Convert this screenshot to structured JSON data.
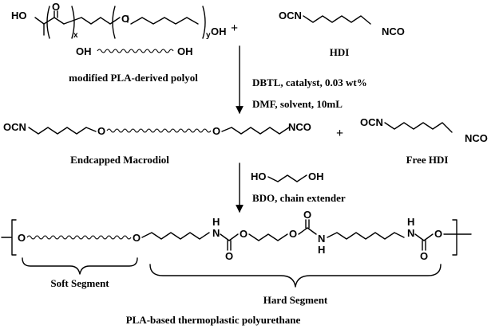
{
  "reactants": {
    "polyol": {
      "formula_atoms": {
        "ho": "HO",
        "o1": "O",
        "o2": "O",
        "x": "x",
        "y": "y",
        "oh": "OH"
      },
      "simplified_atoms": {
        "oh_left": "OH",
        "oh_right": "OH"
      },
      "caption": "modified PLA-derived polyol"
    },
    "plus": "+",
    "hdi": {
      "atoms": {
        "ocn": "OCN",
        "nco": "NCO"
      },
      "caption": "HDI"
    }
  },
  "conditions_step1": {
    "line1": "DBTL, catalyst, 0.03 wt%",
    "line2": "DMF, solvent, 10mL"
  },
  "intermediates": {
    "macrodiol": {
      "atoms": {
        "ocn": "OCN",
        "o_left": "O",
        "o_right": "O",
        "nco": "NCO"
      },
      "caption": "Endcapped Macrodiol"
    },
    "plus": "+",
    "free_hdi": {
      "atoms": {
        "ocn": "OCN",
        "nco": "NCO"
      },
      "caption": "Free HDI"
    }
  },
  "conditions_step2": {
    "bdo_atoms": {
      "ho": "HO",
      "oh": "OH"
    },
    "line1": "BDO, chain extender"
  },
  "product": {
    "atoms": {
      "o_left": "O",
      "o_mid": "O",
      "n1_h": "H",
      "n1": "N",
      "c1_o": "O",
      "o2": "O",
      "o3": "O",
      "c2_o": "O",
      "n2": "N",
      "n2_h": "H",
      "n3_h": "H",
      "n3": "N",
      "c3_o": "O",
      "o_end": "O"
    },
    "soft_segment": "Soft Segment",
    "hard_segment": "Hard Segment",
    "caption": "PLA-based thermoplastic polyurethane"
  },
  "colors": {
    "ink": "#000000",
    "background": "#ffffff"
  }
}
